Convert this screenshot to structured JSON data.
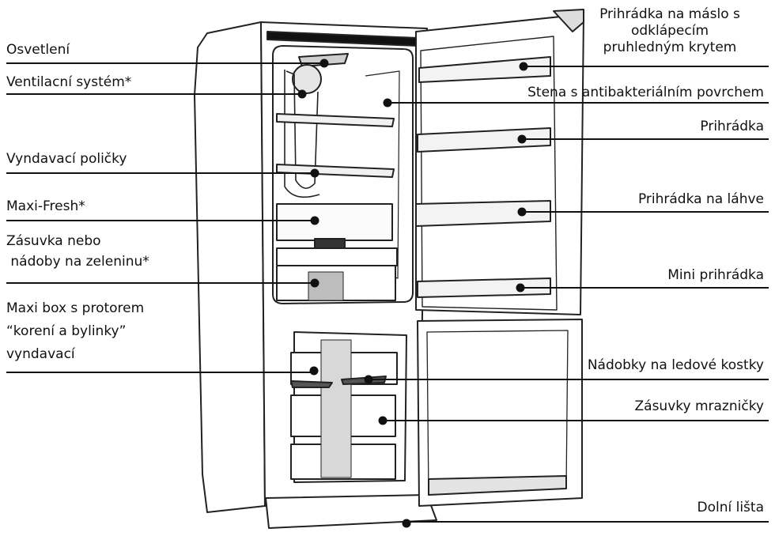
{
  "labels": {
    "osvetleni": "Osvetlení",
    "ventilace": "Ventilacní systém*",
    "policky": "Vyndavací poličky",
    "maxifresh": "Maxi-Fresh*",
    "zasuvka": [
      "Zásuvka nebo",
      " nádoby na zeleninu*"
    ],
    "maxibox": [
      "Maxi box s protorem",
      "“korení a bylinky”",
      "vyndavací"
    ],
    "maslo": [
      "Prihrádka na máslo s",
      "odklápecím",
      "pruhledným krytem"
    ],
    "stena": "Stena s antibakteriálním povrchem",
    "prihradka": "Prihrádka",
    "lahve": "Prihrádka na láhve",
    "mini": "Mini prihrádka",
    "led": "Nádobky na ledové kostky",
    "mraznicky": "Zásuvky mrazničky",
    "lista": "Dolní lišta"
  }
}
